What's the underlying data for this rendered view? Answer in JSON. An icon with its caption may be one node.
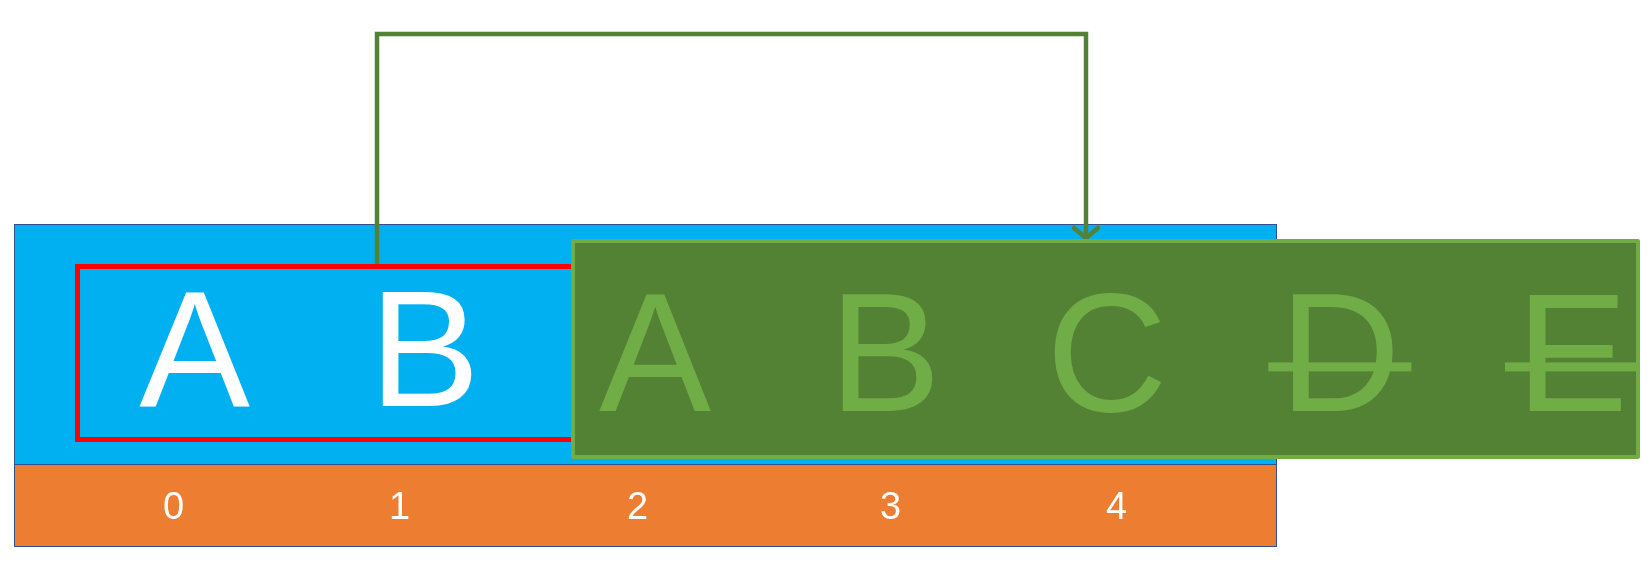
{
  "diagram": {
    "nodes": [
      {
        "text": [],
        "shape": "bar"
      },
      {
        "text": [
          "A",
          "B"
        ],
        "in": 0
      },
      {
        "text": [
          "A",
          "B",
          "C",
          "D",
          "E"
        ]
      },
      {
        "text": [
          "0",
          "1",
          "2",
          "3",
          "4"
        ]
      }
    ],
    "edges": [
      {
        "from": 1,
        "to": 2,
        "arrow": "to"
      }
    ]
  }
}
